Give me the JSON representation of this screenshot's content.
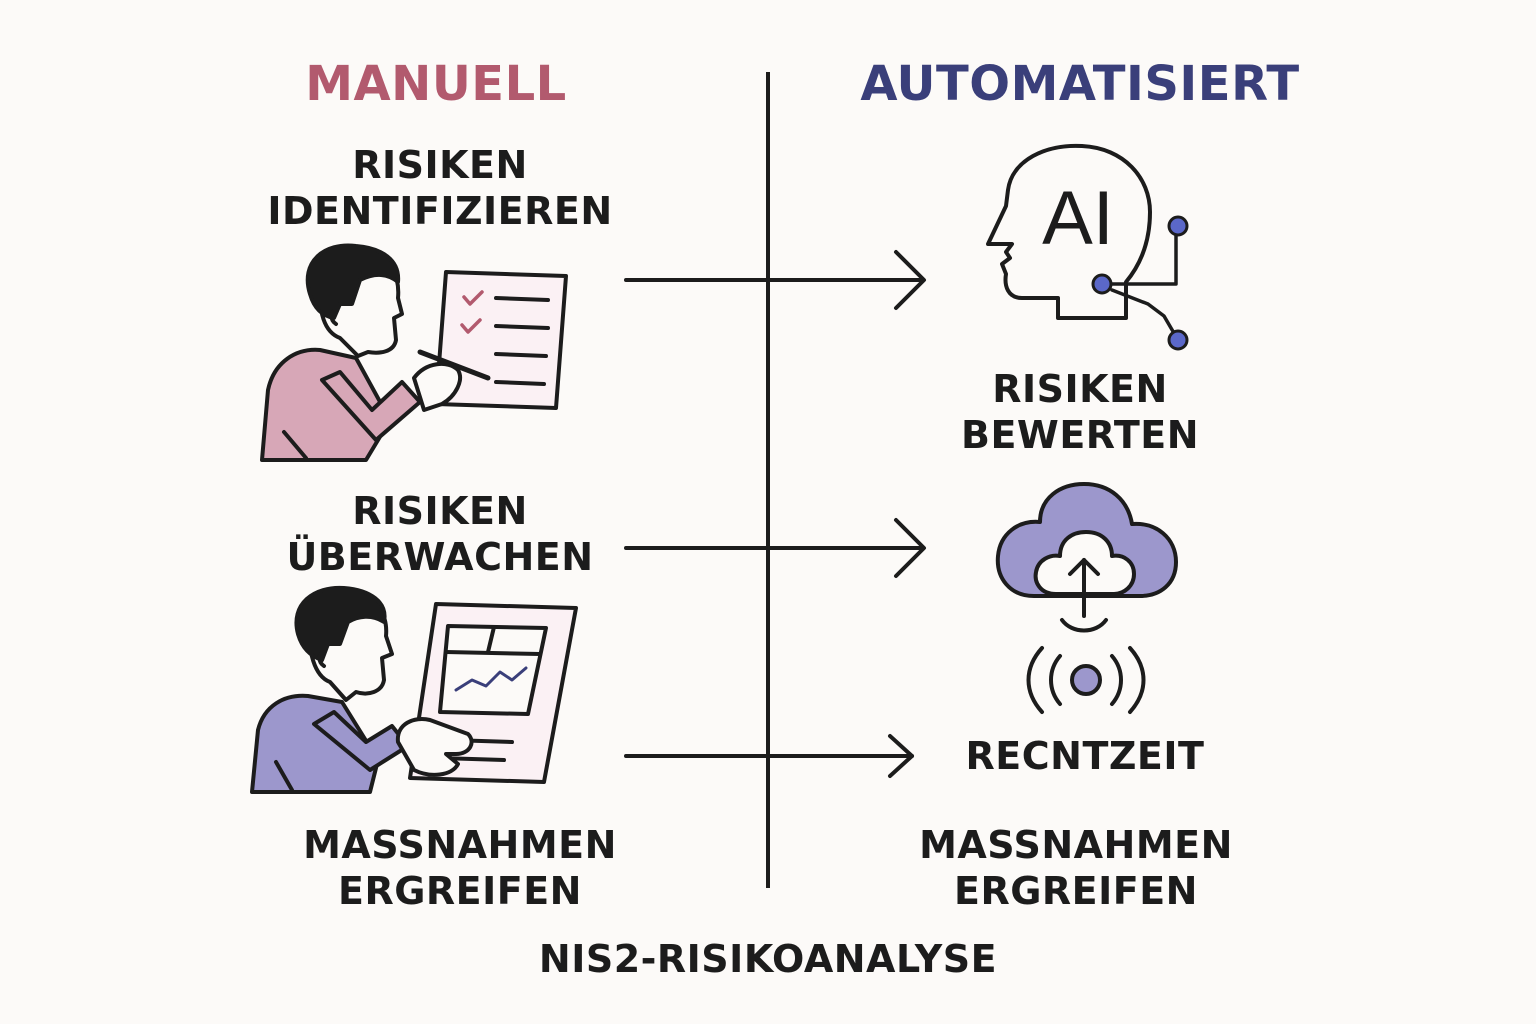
{
  "colors": {
    "manual_accent": "#b25a6e",
    "auto_accent": "#3a3f7a",
    "pink_fill": "#d7a7b7",
    "lavender_fill": "#9c97cc",
    "node_blue": "#5b68c9",
    "ink": "#1c1c1c"
  },
  "columns": {
    "manual": {
      "title": "MANUELL",
      "step1": [
        "RISIKEN",
        "IDENTIFIZIEREN"
      ],
      "step2": [
        "RISIKEN",
        "ÜBERWACHEN"
      ],
      "step3": [
        "MASSNAHMEN",
        "ERGREIFEN"
      ]
    },
    "automated": {
      "title": "AUTOMATISIERT",
      "ai_badge": "AI",
      "step1": [
        "RISIKEN",
        "BEWERTEN"
      ],
      "step2": "RECNTZEIT",
      "step3": [
        "MASSNAHMEN",
        "ERGREIFEN"
      ]
    }
  },
  "icons": [
    "person-checklist-icon",
    "ai-head-icon",
    "person-dashboard-icon",
    "cloud-upload-icon",
    "broadcast-signal-icon"
  ],
  "footer": {
    "title": "NIS2-RISIKOANALYSE"
  }
}
